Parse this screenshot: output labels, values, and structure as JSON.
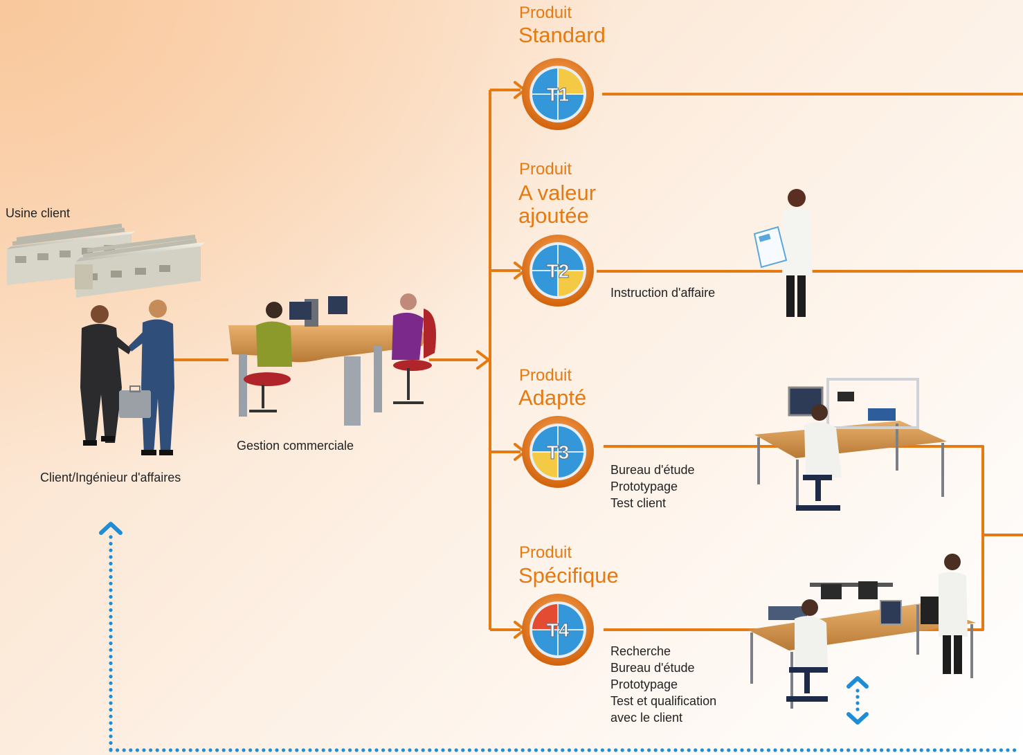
{
  "labels": {
    "usine_client": "Usine client",
    "client_ingenieur": "Client/Ingénieur d'affaires",
    "gestion_commerciale": "Gestion commerciale"
  },
  "tiers": [
    {
      "id": "T1",
      "prefix": "Produit",
      "name_lines": [
        "Standard"
      ],
      "details": []
    },
    {
      "id": "T2",
      "prefix": "Produit",
      "name_lines": [
        "A valeur",
        "ajoutée"
      ],
      "details": [
        "Instruction d'affaire"
      ]
    },
    {
      "id": "T3",
      "prefix": "Produit",
      "name_lines": [
        "Adapté"
      ],
      "details": [
        "Bureau d'étude",
        "Prototypage",
        "Test client"
      ]
    },
    {
      "id": "T4",
      "prefix": "Produit",
      "name_lines": [
        "Spécifique"
      ],
      "details": [
        "Recherche",
        "Bureau d'étude",
        "Prototypage",
        "Test et qualification",
        "avec le client"
      ]
    }
  ],
  "colors": {
    "flow_line": "#e57912",
    "category_text": "#e57912",
    "feedback_dots": "#1f8dd6",
    "badge_blue": "#1f8dd6",
    "badge_yellow": "#f5c430",
    "badge_red": "#e23a1c"
  }
}
